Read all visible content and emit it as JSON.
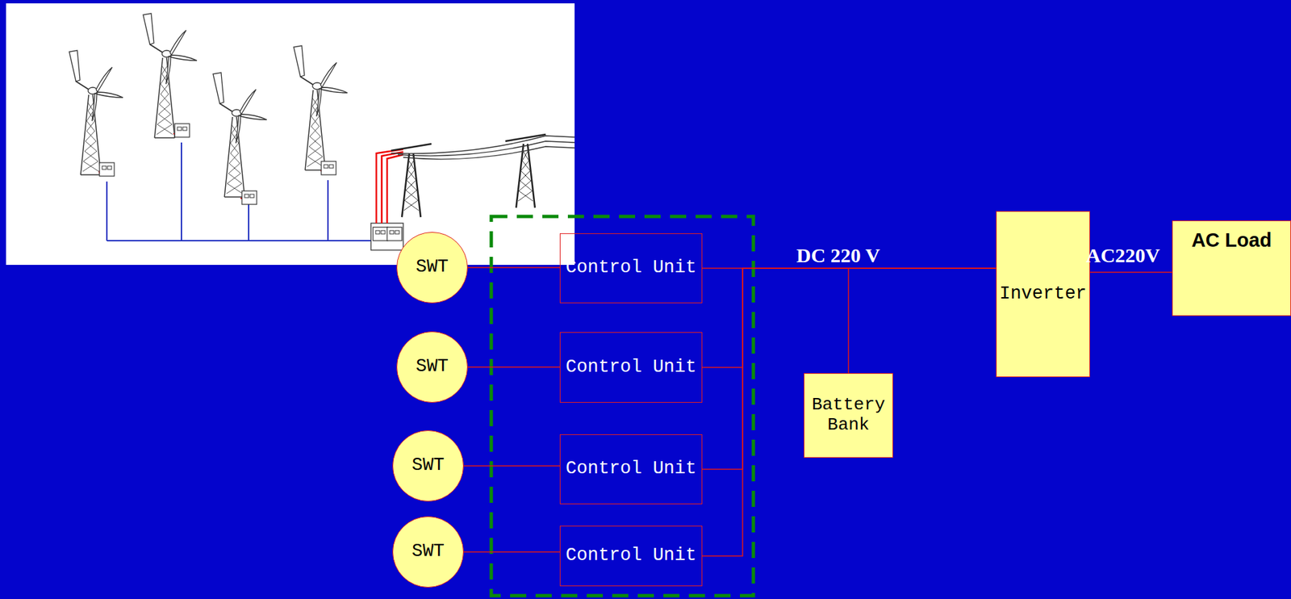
{
  "diagram": {
    "nodes": [
      {
        "text": [
          "SWT"
        ]
      },
      {
        "text": [
          "Control Unit"
        ]
      },
      {
        "text": [
          "SWT"
        ]
      },
      {
        "text": [
          "Control Unit"
        ]
      },
      {
        "text": [
          "SWT"
        ]
      },
      {
        "text": [
          "Control Unit"
        ]
      },
      {
        "text": [
          "SWT"
        ]
      },
      {
        "text": [
          "Control Unit"
        ]
      },
      {
        "text": [
          "Battery Bank"
        ]
      },
      {
        "text": [
          "Inverter"
        ]
      },
      {
        "text": [
          "AC Load"
        ]
      }
    ],
    "edges": [
      {
        "from": 0,
        "to": 1,
        "arrow": "none"
      },
      {
        "from": 2,
        "to": 3,
        "arrow": "none"
      },
      {
        "from": 4,
        "to": 5,
        "arrow": "none"
      },
      {
        "from": 6,
        "to": 7,
        "arrow": "none"
      },
      {
        "from": 1,
        "to": 9,
        "arrow": "none"
      },
      {
        "from": 3,
        "to": 9,
        "arrow": "none"
      },
      {
        "from": 5,
        "to": 9,
        "arrow": "none"
      },
      {
        "from": 7,
        "to": 9,
        "arrow": "none"
      },
      {
        "from": 8,
        "to": 9,
        "arrow": "none"
      },
      {
        "from": 9,
        "to": 10,
        "arrow": "none"
      }
    ],
    "labels": [
      "DC 220 V",
      "AC220V"
    ]
  }
}
